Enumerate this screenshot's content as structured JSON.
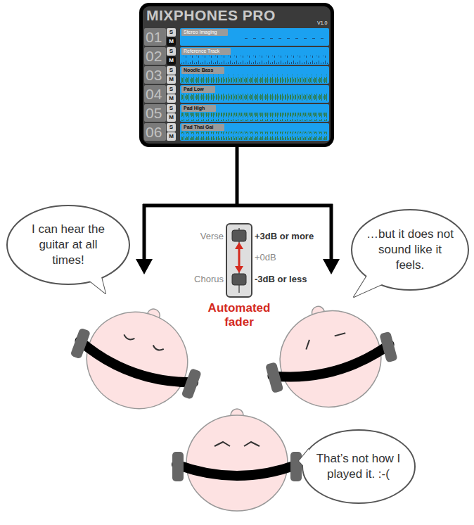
{
  "diagram": {
    "nodes": [
      {
        "text": [
          "MIXPHONES PRO",
          "V1.0"
        ]
      },
      {
        "text": [
          "01",
          "Stereo Imaging"
        ],
        "in": 0
      },
      {
        "text": [
          "02",
          "Reference Track"
        ],
        "in": 0
      },
      {
        "text": [
          "03",
          "Noodle Bass"
        ],
        "in": 0
      },
      {
        "text": [
          "04",
          "Pad Low"
        ],
        "in": 0
      },
      {
        "text": [
          "05",
          "Pad High"
        ],
        "in": 0
      },
      {
        "text": [
          "06",
          "Pad Thai Gai"
        ],
        "in": 0
      },
      {
        "text": [
          "I can hear the guitar at all times!"
        ]
      },
      {
        "text": [
          "…but it does not sound like it feels."
        ]
      },
      {
        "text": [
          "That’s not how I played it. :-("
        ]
      }
    ],
    "labels": [
      "S",
      "M",
      "S",
      "M",
      "S",
      "M",
      "S",
      "M",
      "S",
      "M",
      "S",
      "M",
      "Verse",
      "+3dB or more",
      "+0dB",
      "Chorus",
      "-3dB or less",
      "Automated fader"
    ]
  }
}
